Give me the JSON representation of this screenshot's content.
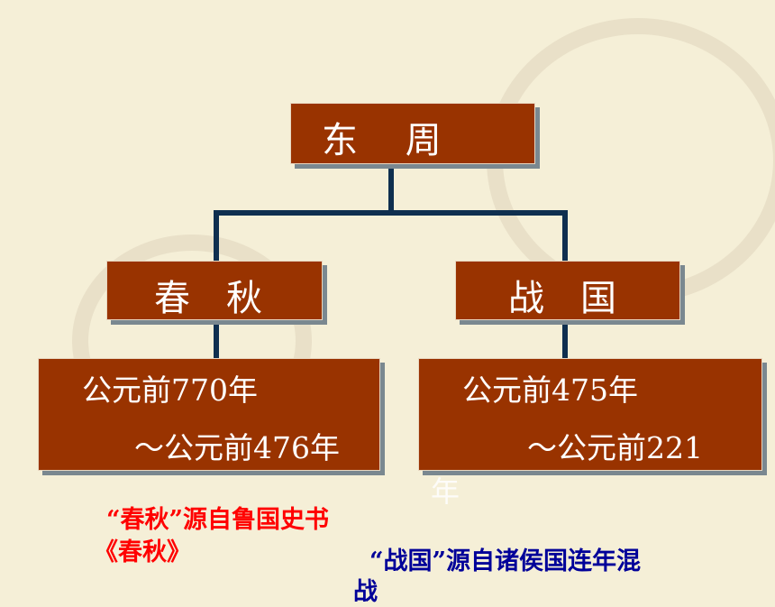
{
  "colors": {
    "box_fill": "#993300",
    "box_text": "#ffffff",
    "connector": "#0f2f4f",
    "note_red": "#ff0000",
    "note_blue": "#000099"
  },
  "root": {
    "label": "东　 周"
  },
  "left": {
    "label": "春　秋",
    "date_line1": "公元前770年",
    "date_line2": "～公元前476年"
  },
  "right": {
    "label": "战　国",
    "date_line1": "公元前475年",
    "date_line2": "～公元前221",
    "date_overflow": "年"
  },
  "notes": {
    "chunqiu_line1": "“春秋”源自鲁国史书",
    "chunqiu_line2": "《春秋》",
    "zhanguo_line1": "“战国”源自诸侯国连年混",
    "zhanguo_line2": "战"
  }
}
